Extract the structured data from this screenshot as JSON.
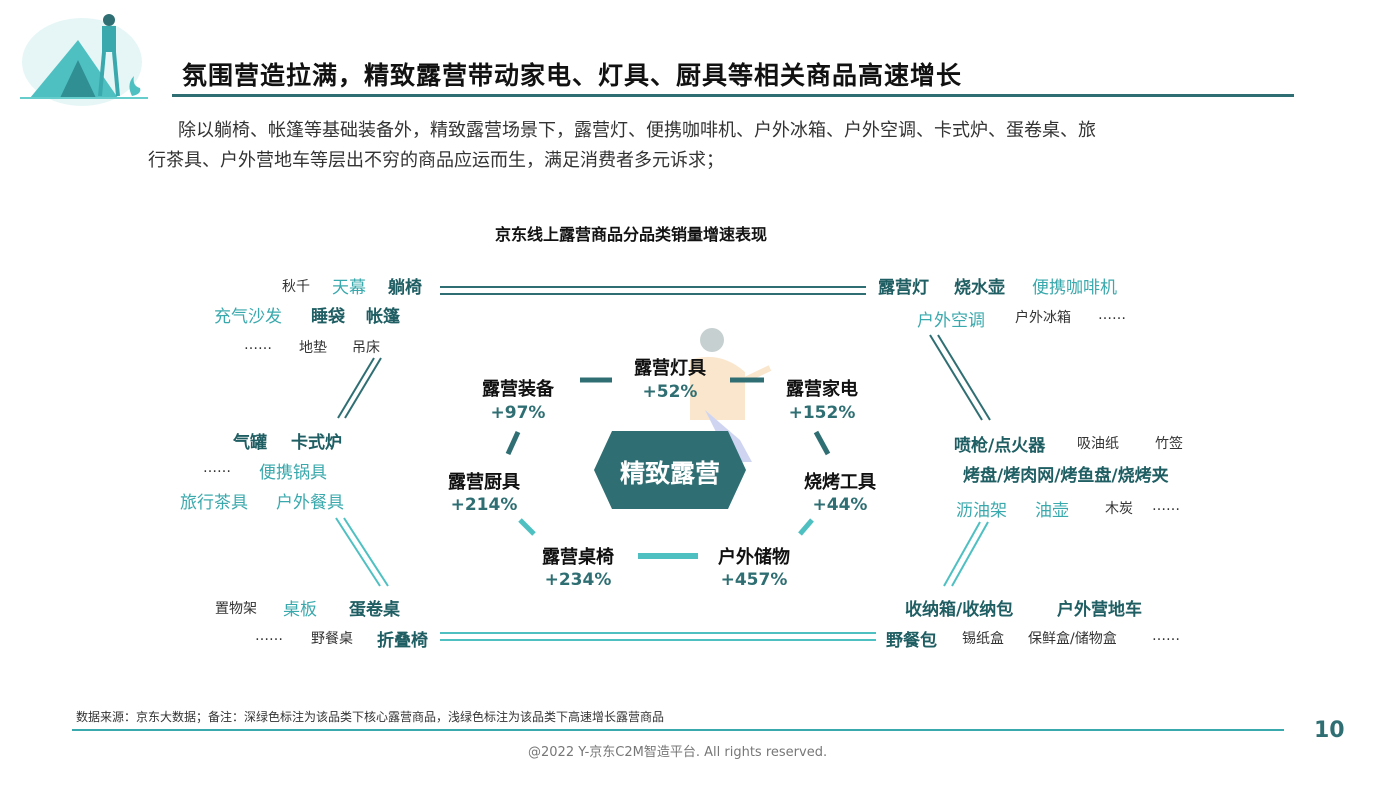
{
  "header": {
    "title": "氛围营造拉满，精致露营带动家电、灯具、厨具等相关商品高速增长",
    "intro_line1": "除以躺椅、帐篷等基础装备外，精致露营场景下，露营灯、便携咖啡机、户外冰箱、户外空调、卡式炉、蛋卷桌、旅",
    "intro_line2": "行茶具、户外营地车等层出不穷的商品应运而生，满足消费者多元诉求；"
  },
  "diagram": {
    "title": "京东线上露营商品分品类销量增速表现",
    "center": "精致露营",
    "nodes": {
      "gear": {
        "name": "露营装备",
        "value": "+97%"
      },
      "light": {
        "name": "露营灯具",
        "value": "+52%"
      },
      "appliance": {
        "name": "露营家电",
        "value": "+152%"
      },
      "kitchen": {
        "name": "露营厨具",
        "value": "+214%"
      },
      "bbq": {
        "name": "烧烤工具",
        "value": "+44%"
      },
      "table": {
        "name": "露营桌椅",
        "value": "+234%"
      },
      "storage": {
        "name": "户外储物",
        "value": "+457%"
      }
    },
    "tags": {
      "gear_r1": [
        "秋千",
        "天幕",
        "躺椅"
      ],
      "gear_r2": [
        "充气沙发",
        "睡袋",
        "帐篷"
      ],
      "gear_r3": [
        "……",
        "地垫",
        "吊床"
      ],
      "appliance_r1": [
        "露营灯",
        "烧水壶",
        "便携咖啡机"
      ],
      "appliance_r2": [
        "户外空调",
        "户外冰箱",
        "……"
      ],
      "kitchen_r1": [
        "气罐",
        "卡式炉"
      ],
      "kitchen_r2": [
        "……",
        "便携锅具"
      ],
      "kitchen_r3": [
        "旅行茶具",
        "户外餐具"
      ],
      "bbq_r1": [
        "喷枪/点火器",
        "吸油纸",
        "竹签"
      ],
      "bbq_r2": [
        "烤盘/烤肉网/烤鱼盘/烧烤夹"
      ],
      "bbq_r3": [
        "沥油架",
        "油壶",
        "木炭",
        "……"
      ],
      "table_r1": [
        "置物架",
        "桌板",
        "蛋卷桌"
      ],
      "table_r2": [
        "……",
        "野餐桌",
        "折叠椅"
      ],
      "storage_r1": [
        "收纳箱/收纳包",
        "户外营地车"
      ],
      "storage_r2": [
        "野餐包",
        "锡纸盒",
        "保鲜盒/储物盒",
        "……"
      ]
    },
    "colors": {
      "dark": "#1f5e63",
      "light": "#3aa9ad",
      "hex_fill": "#2f6f73"
    }
  },
  "footer": {
    "note": "数据来源：京东大数据；备注：深绿色标注为该品类下核心露营商品，浅绿色标注为该品类下高速增长露营商品",
    "copyright": "@2022 Y-京东C2M智造平台. All rights reserved.",
    "page": "10"
  }
}
